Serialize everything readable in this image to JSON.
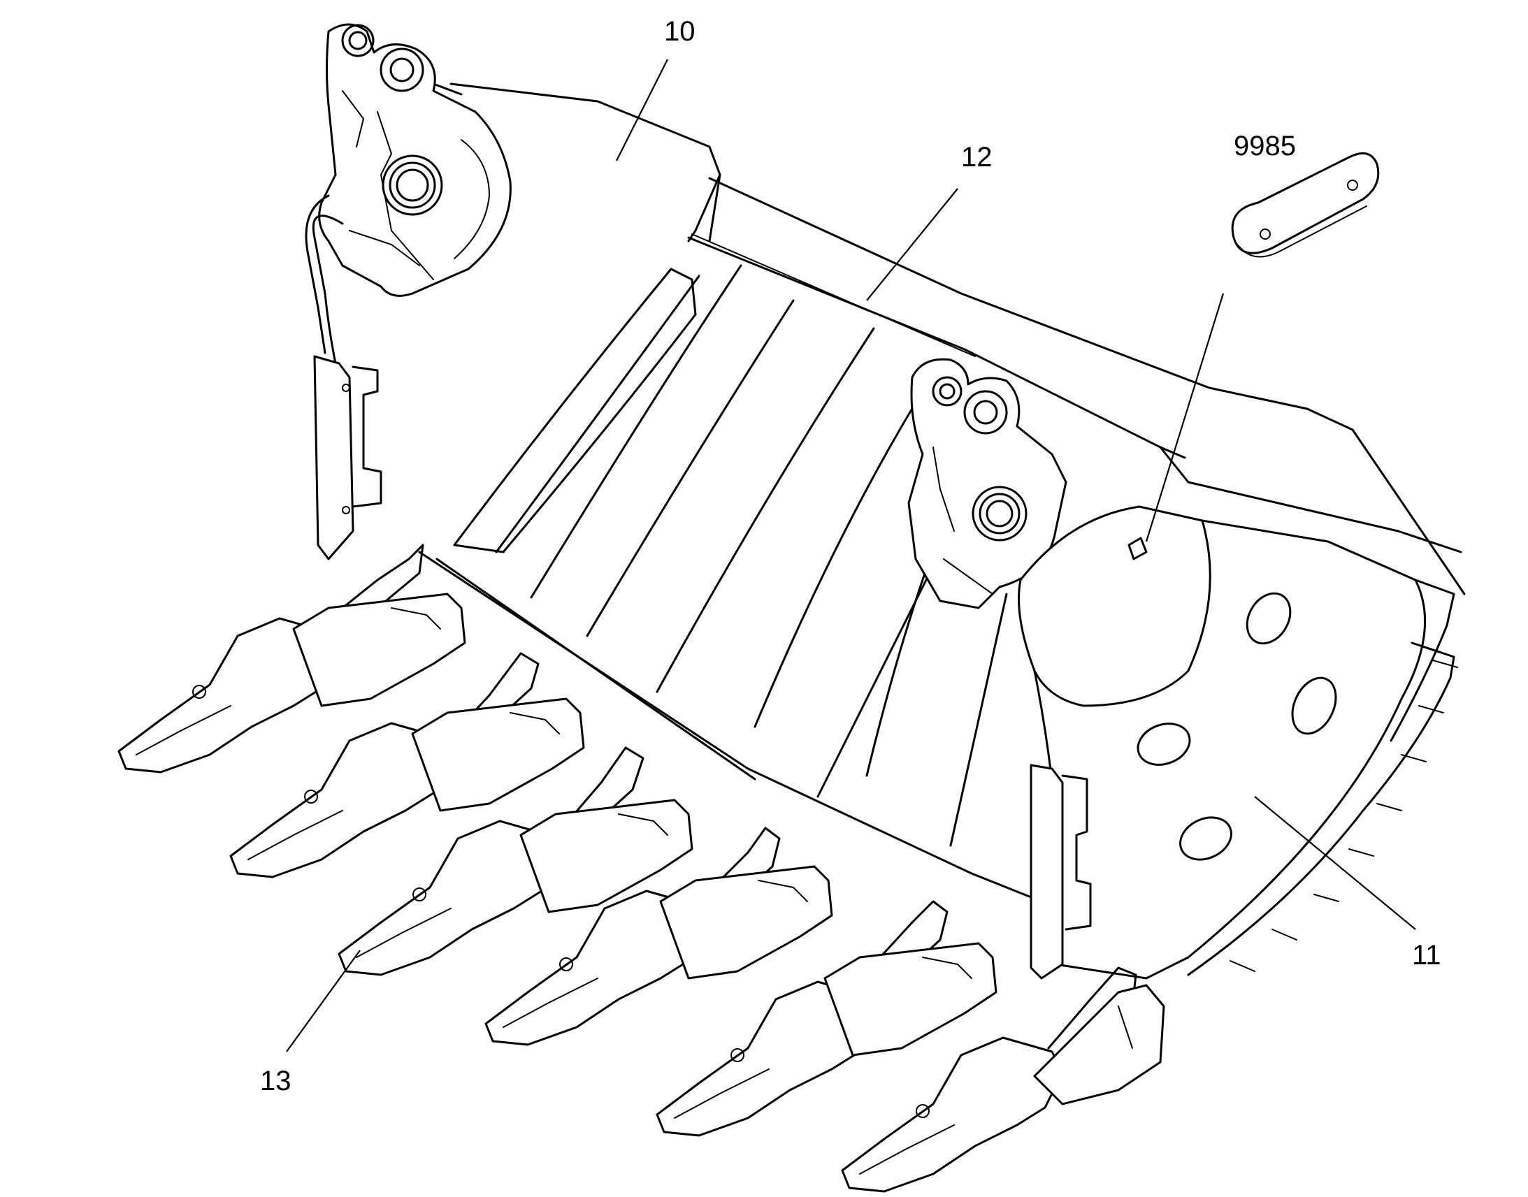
{
  "callouts": [
    {
      "id": "10",
      "text": "10"
    },
    {
      "id": "12",
      "text": "12"
    },
    {
      "id": "9985",
      "text": "9985"
    },
    {
      "id": "11",
      "text": "11"
    },
    {
      "id": "13",
      "text": "13"
    }
  ]
}
